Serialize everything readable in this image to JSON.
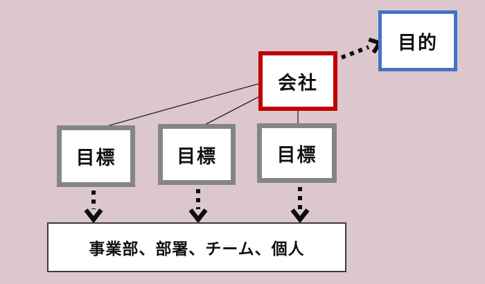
{
  "diagram": {
    "background_color": "#dcc8cc",
    "nodes": {
      "purpose": {
        "label": "目的",
        "border_color": "#4472c4",
        "fill": "#ffffff"
      },
      "company": {
        "label": "会社",
        "border_color": "#c00000",
        "fill": "#ffffff"
      },
      "goal1": {
        "label": "目標",
        "border_color": "#858585",
        "fill": "#ffffff"
      },
      "goal2": {
        "label": "目標",
        "border_color": "#858585",
        "fill": "#ffffff"
      },
      "goal3": {
        "label": "目標",
        "border_color": "#858585",
        "fill": "#ffffff"
      },
      "units": {
        "label": "事業部、部署、チーム、個人",
        "border_color": "#3a3a3a",
        "fill": "#ffffff"
      }
    },
    "edges": [
      {
        "from": "company",
        "to": "purpose",
        "style": "thick-dotted-arrow",
        "color": "#0d0d0d"
      },
      {
        "from": "company",
        "to": "goal1",
        "style": "thin-line",
        "color": "#222222"
      },
      {
        "from": "company",
        "to": "goal2",
        "style": "thin-line",
        "color": "#222222"
      },
      {
        "from": "company",
        "to": "goal3",
        "style": "thin-line",
        "color": "#222222"
      },
      {
        "from": "goal1",
        "to": "units",
        "style": "thick-dotted-arrow",
        "color": "#0d0d0d"
      },
      {
        "from": "goal2",
        "to": "units",
        "style": "thick-dotted-arrow",
        "color": "#0d0d0d"
      },
      {
        "from": "goal3",
        "to": "units",
        "style": "thick-dotted-arrow",
        "color": "#0d0d0d"
      }
    ]
  }
}
